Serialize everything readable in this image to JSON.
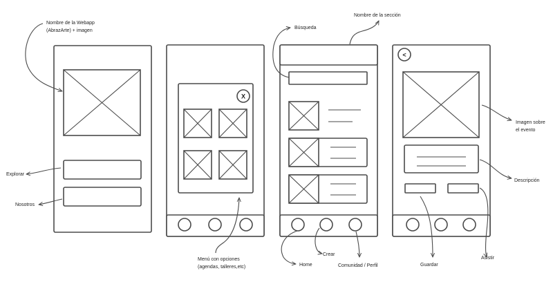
{
  "annotations": {
    "app_name_line1": "Nombre de la Webapp",
    "app_name_line2": "(AbrazArte) + imagen",
    "explorar": "Explorar",
    "nosotros": "Nosotros",
    "menu_line1": "Menú con opciones",
    "menu_line2": "(agendas, talleres,etc)",
    "close_glyph": "X",
    "busqueda": "Búsqueda",
    "section_name": "Nombre de la sección",
    "home": "Home",
    "crear": "Crear",
    "comunidad": "Comunidad / Perfil",
    "back_glyph": "<",
    "event_image_line1": "Imagen sobre",
    "event_image_line2": "el evento",
    "descripcion": "Descripción",
    "guardar": "Guardar",
    "asistir": "Asistir"
  }
}
